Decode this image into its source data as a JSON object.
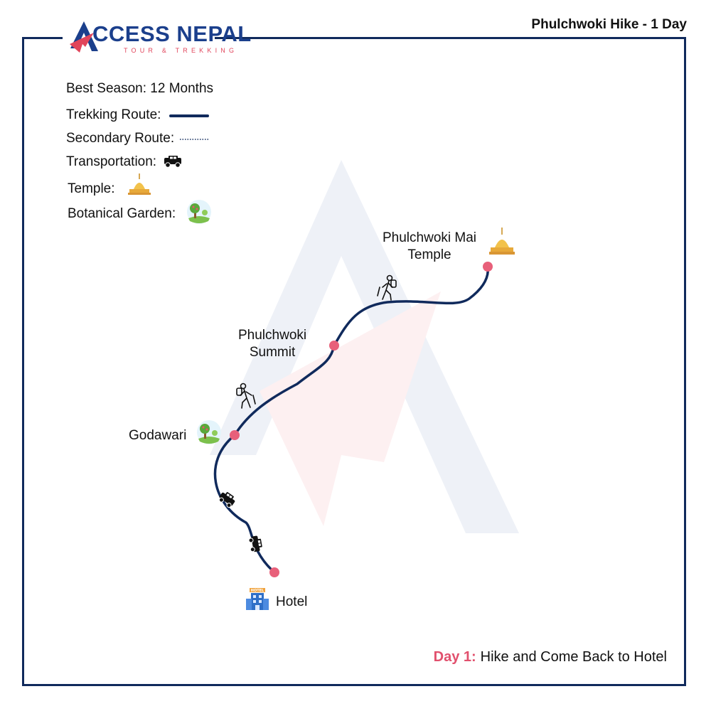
{
  "header": {
    "title": "Phulchwoki Hike - 1 Day"
  },
  "brand": {
    "name": "CCESS NEPAL",
    "tagline": "TOUR & TREKKING",
    "logo_letter": "A",
    "primary_color": "#1b3f8c",
    "accent_color": "#e1455b"
  },
  "legend": {
    "season": "Best Season: 12 Months",
    "items": [
      {
        "label": "Trekking Route:",
        "symbol": "solid-line-icon"
      },
      {
        "label": "Secondary Route:",
        "symbol": "dotted-line-icon"
      },
      {
        "label": "Transportation:",
        "symbol": "jeep-icon"
      },
      {
        "label": "Temple:",
        "symbol": "temple-icon"
      },
      {
        "label": "Botanical Garden:",
        "symbol": "garden-icon"
      }
    ]
  },
  "map": {
    "route_color": "#102a5c",
    "stop_color": "#e8607a",
    "places": [
      {
        "name_lines": [
          "Phulchwoki Mai",
          "Temple"
        ],
        "icon": "temple-icon"
      },
      {
        "name_lines": [
          "Phulchwoki",
          "Summit"
        ],
        "icon": ""
      },
      {
        "name_lines": [
          "Godawari"
        ],
        "icon": "garden-icon"
      },
      {
        "name_lines": [
          "Hotel"
        ],
        "icon": "hotel-icon"
      }
    ],
    "hotel_sign": "HOTEL"
  },
  "footer": {
    "day_label": "Day 1:",
    "description": "Hike and Come Back to Hotel"
  }
}
